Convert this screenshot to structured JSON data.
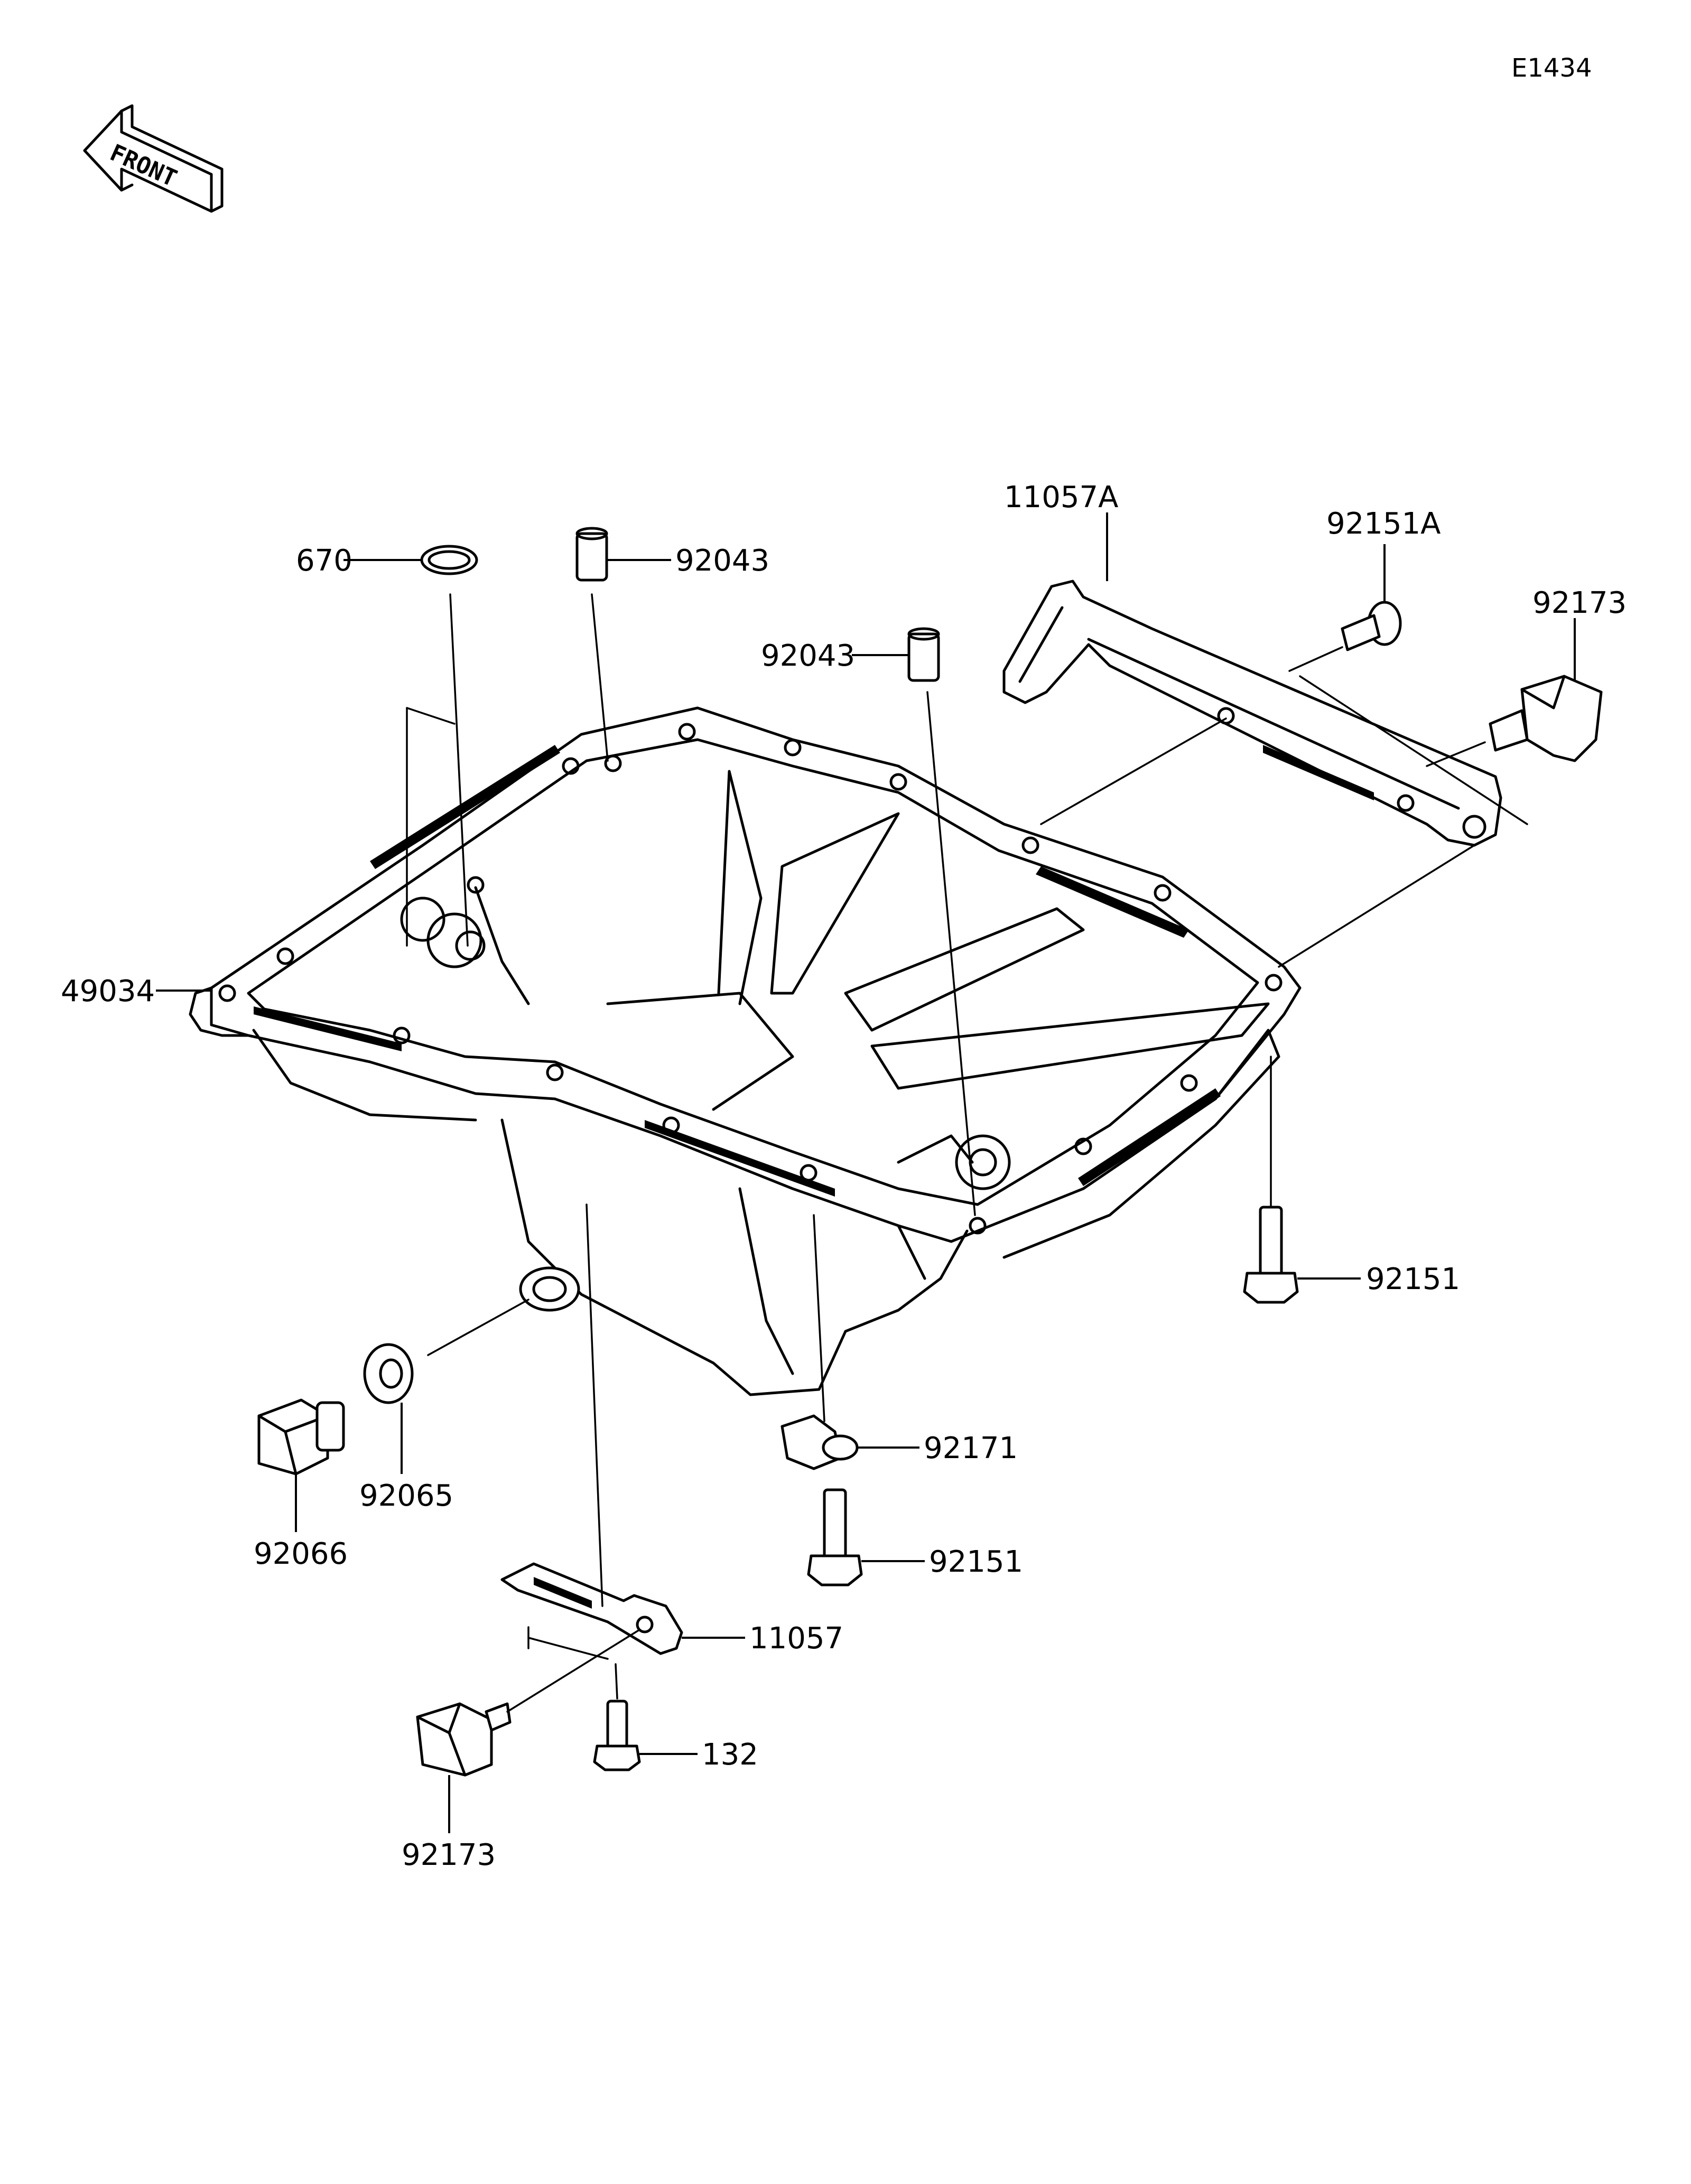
{
  "diagram": {
    "code": "E1434",
    "front_label": "FRONT",
    "callouts": {
      "p670": "670",
      "p92043_a": "92043",
      "p92043_b": "92043",
      "p11057a": "11057A",
      "p92151a": "92151A",
      "p92173_top": "92173",
      "p49034": "49034",
      "p92151_right": "92151",
      "p92171": "92171",
      "p92151_mid": "92151",
      "p92065": "92065",
      "p92066": "92066",
      "p11057": "11057",
      "p132": "132",
      "p92173_bottom": "92173"
    }
  }
}
